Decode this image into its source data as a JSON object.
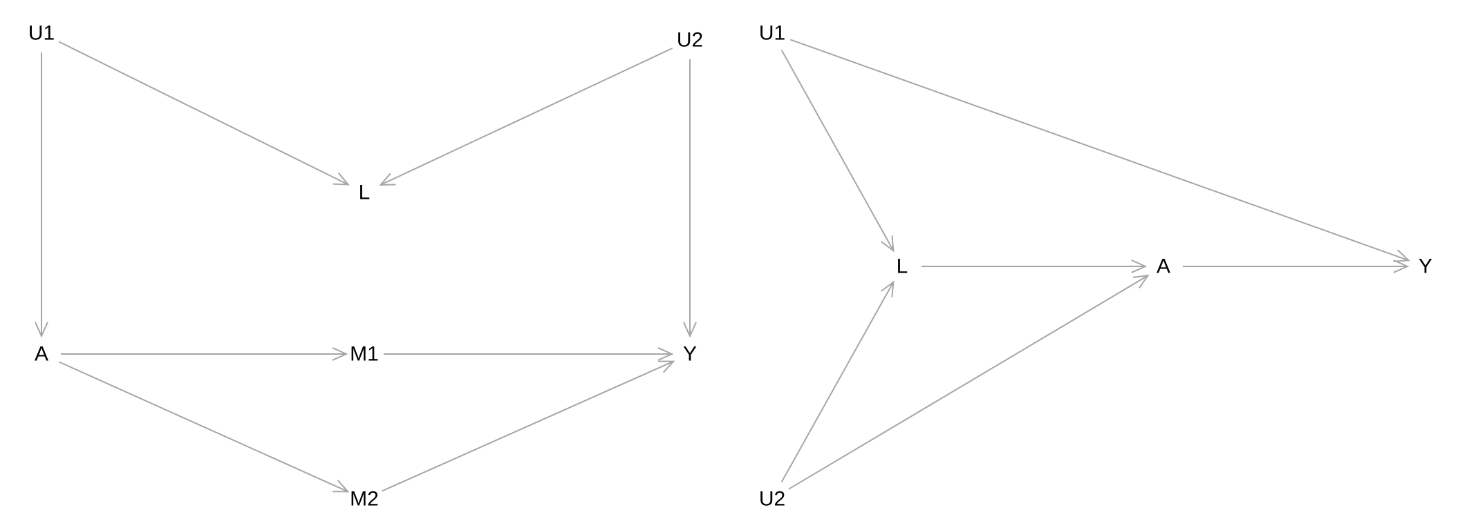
{
  "diagrams": [
    {
      "id": "left-dag",
      "nodes": [
        {
          "id": "U1",
          "label": "U1"
        },
        {
          "id": "U2",
          "label": "U2"
        },
        {
          "id": "L",
          "label": "L"
        },
        {
          "id": "A",
          "label": "A"
        },
        {
          "id": "M1",
          "label": "M1"
        },
        {
          "id": "M2",
          "label": "M2"
        },
        {
          "id": "Y",
          "label": "Y"
        }
      ],
      "edges": [
        {
          "from": "U1",
          "to": "L"
        },
        {
          "from": "U1",
          "to": "A"
        },
        {
          "from": "U2",
          "to": "L"
        },
        {
          "from": "U2",
          "to": "Y"
        },
        {
          "from": "A",
          "to": "M1"
        },
        {
          "from": "A",
          "to": "M2"
        },
        {
          "from": "M1",
          "to": "Y"
        },
        {
          "from": "M2",
          "to": "Y"
        }
      ]
    },
    {
      "id": "right-dag",
      "nodes": [
        {
          "id": "U1",
          "label": "U1"
        },
        {
          "id": "U2",
          "label": "U2"
        },
        {
          "id": "L",
          "label": "L"
        },
        {
          "id": "A",
          "label": "A"
        },
        {
          "id": "Y",
          "label": "Y"
        }
      ],
      "edges": [
        {
          "from": "U1",
          "to": "L"
        },
        {
          "from": "U1",
          "to": "Y"
        },
        {
          "from": "U2",
          "to": "L"
        },
        {
          "from": "U2",
          "to": "A"
        },
        {
          "from": "L",
          "to": "A"
        },
        {
          "from": "A",
          "to": "Y"
        }
      ]
    }
  ],
  "colors": {
    "edge": "#a6a6a6",
    "text": "#000000",
    "background": "#ffffff"
  }
}
